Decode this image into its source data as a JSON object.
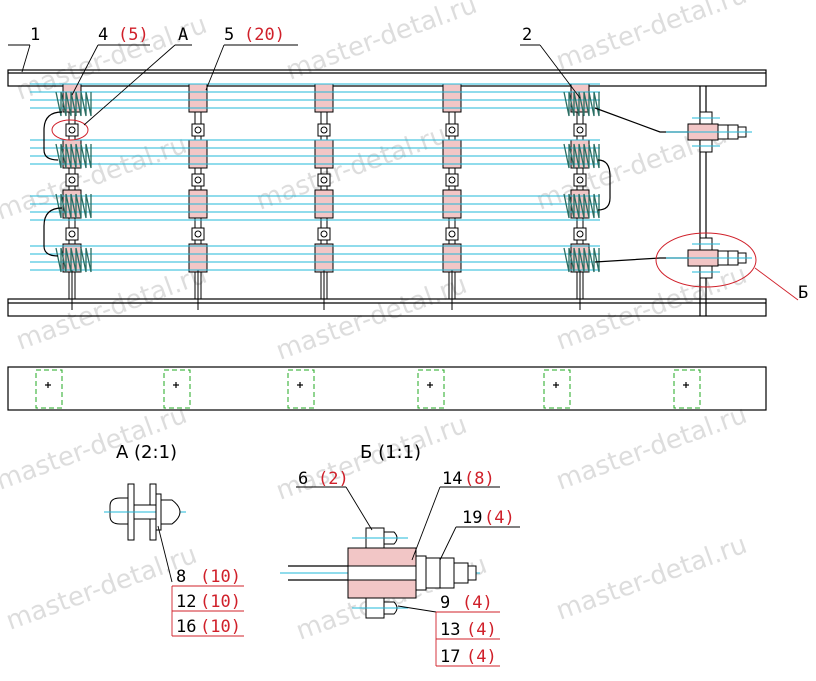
{
  "watermark": "master-detal.ru",
  "callouts": {
    "p1": "1",
    "p4": "4",
    "p4_qty": "(5)",
    "detail_a": "A",
    "p5": "5",
    "p5_qty": "(20)",
    "p2": "2",
    "detail_b": "Б"
  },
  "view_a": {
    "title": "A (2:1)",
    "parts": [
      {
        "num": "8",
        "qty": "(10)"
      },
      {
        "num": "12",
        "qty": "(10)"
      },
      {
        "num": "16",
        "qty": "(10)"
      }
    ]
  },
  "view_b": {
    "title": "Б (1:1)",
    "p6": "6",
    "p6_qty": "(2)",
    "p14": "14",
    "p14_qty": "(8)",
    "p19": "19",
    "p19_qty": "(4)",
    "parts": [
      {
        "num": "9",
        "qty": "(4)"
      },
      {
        "num": "13",
        "qty": "(4)"
      },
      {
        "num": "17",
        "qty": "(4)"
      }
    ]
  },
  "colors": {
    "line": "#000000",
    "wire": "#22b8d8",
    "coil": "#2a6d62",
    "bushing": "#f2c6c6",
    "annotation": "#d0202a",
    "mark": "#21a821",
    "watermark": "#bdbdbd"
  }
}
